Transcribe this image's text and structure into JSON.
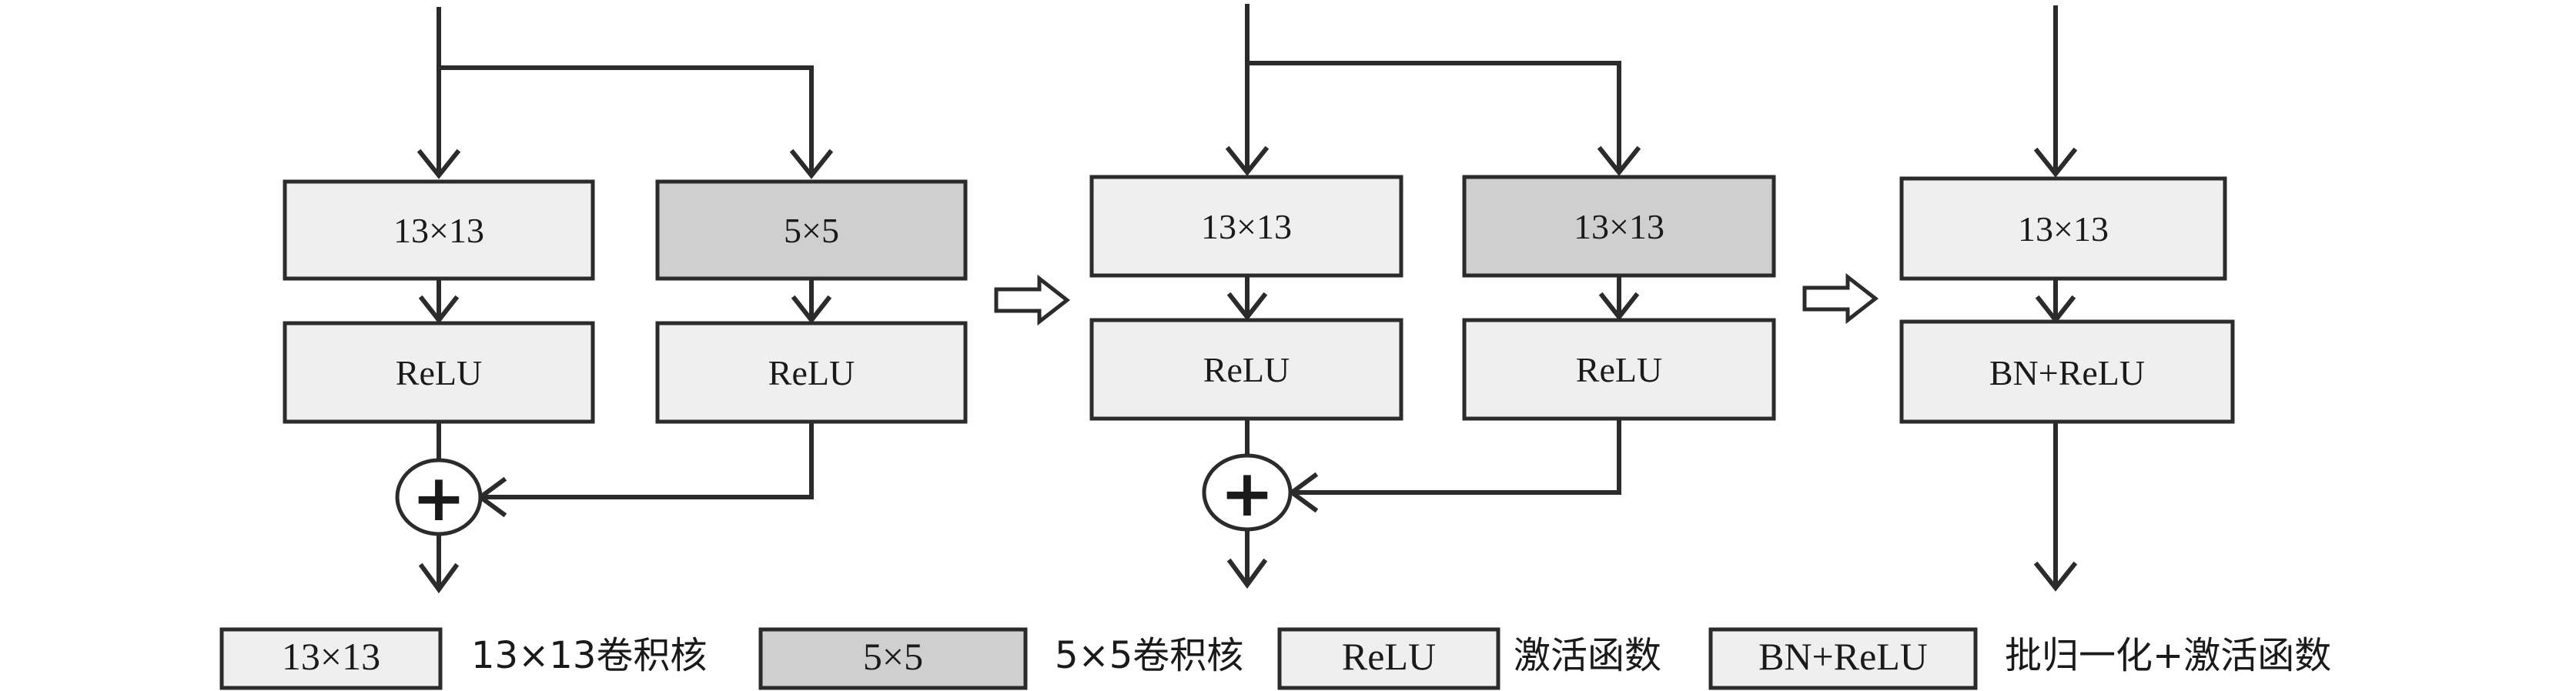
{
  "colors": {
    "box_light": "#efefef",
    "box_dark": "#cfcfcf",
    "stroke": "#2b2b2b"
  },
  "stage1": {
    "left_conv": "13×13",
    "right_conv": "5×5",
    "left_act": "ReLU",
    "right_act": "ReLU",
    "sum_symbol": "+"
  },
  "stage2": {
    "left_conv": "13×13",
    "right_conv": "13×13",
    "left_act": "ReLU",
    "right_act": "ReLU",
    "sum_symbol": "+"
  },
  "stage3": {
    "conv": "13×13",
    "act": "BN+ReLU"
  },
  "legend": {
    "item1": {
      "box": "13×13",
      "desc": "13×13卷积核"
    },
    "item2": {
      "box": "5×5",
      "desc": "5×5卷积核"
    },
    "item3": {
      "box": "ReLU",
      "desc": "激活函数"
    },
    "item4": {
      "box": "BN+ReLU",
      "desc": "批归一化+激活函数"
    }
  }
}
